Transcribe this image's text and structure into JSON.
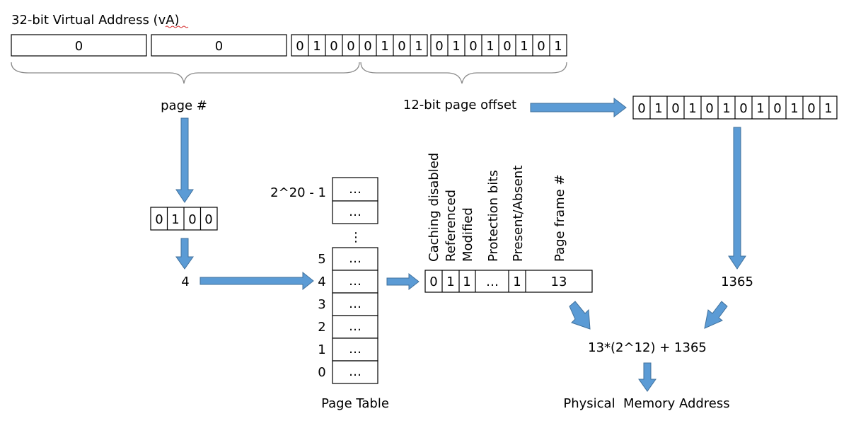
{
  "title": "32-bit Virtual Address (vA)",
  "address_fields": [
    "0",
    "0"
  ],
  "address_bits_a": [
    "0",
    "1",
    "0",
    "0"
  ],
  "address_bits_b": [
    "0",
    "1",
    "0",
    "1"
  ],
  "address_bits_c": [
    "0",
    "1",
    "0",
    "1",
    "0",
    "1",
    "0",
    "1"
  ],
  "page_label": "page #",
  "offset_label": "12-bit page offset",
  "offset_bits": [
    "0",
    "1",
    "0",
    "1",
    "0",
    "1",
    "0",
    "1",
    "0",
    "1",
    "0",
    "1"
  ],
  "page_bits": [
    "0",
    "1",
    "0",
    "0"
  ],
  "page_decimal": "4",
  "table": {
    "top_label": "2^20 - 1",
    "gap_dots": "⋮",
    "entry_text": "…",
    "index_labels": [
      "5",
      "4",
      "3",
      "2",
      "1",
      "0"
    ],
    "caption": "Page Table"
  },
  "entry": {
    "headers": [
      "Caching disabled",
      "Referenced",
      "Modified",
      "Protection bits",
      "Present/Absent",
      "Page frame #"
    ],
    "cells": [
      "0",
      "1",
      "1",
      "…",
      "1",
      "13"
    ]
  },
  "offset_decimal": "1365",
  "formula": "13*(2^12) + 1365",
  "result_label": "Physical  Memory Address",
  "colors": {
    "arrow": "#5b9bd5",
    "brace": "#8a8a8a"
  }
}
